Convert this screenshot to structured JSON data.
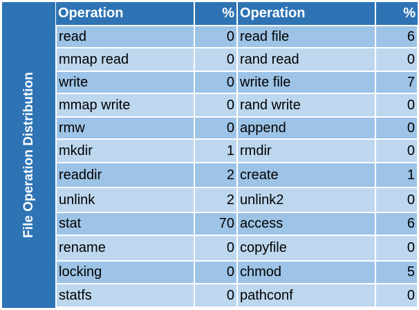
{
  "table": {
    "side_label": "File Operation Distribution",
    "headers": [
      "Operation",
      "%",
      "Operation",
      "%"
    ],
    "rows": [
      {
        "op1": "read",
        "pct1": "0",
        "op2": "read file",
        "pct2": "6",
        "h": 32
      },
      {
        "op1": "mmap read",
        "pct1": "0",
        "op2": "rand read",
        "pct2": "0",
        "h": 34
      },
      {
        "op1": "write",
        "pct1": "0",
        "op2": "write file",
        "pct2": "7",
        "h": 32
      },
      {
        "op1": "mmap write",
        "pct1": "0",
        "op2": "rand write",
        "pct2": "0",
        "h": 34
      },
      {
        "op1": "rmw",
        "pct1": "0",
        "op2": "append",
        "pct2": "0",
        "h": 32
      },
      {
        "op1": "mkdir",
        "pct1": "1",
        "op2": "rmdir",
        "pct2": "0",
        "h": 34
      },
      {
        "op1": "readdir",
        "pct1": "2",
        "op2": "create",
        "pct2": "1",
        "h": 36
      },
      {
        "op1": "unlink",
        "pct1": "2",
        "op2": "unlink2",
        "pct2": "0",
        "h": 36
      },
      {
        "op1": "stat",
        "pct1": "70",
        "op2": "access",
        "pct2": "6",
        "h": 33
      },
      {
        "op1": "rename",
        "pct1": "0",
        "op2": "copyfile",
        "pct2": "0",
        "h": 37
      },
      {
        "op1": "locking",
        "pct1": "0",
        "op2": "chmod",
        "pct2": "5",
        "h": 33
      },
      {
        "op1": "statfs",
        "pct1": "0",
        "op2": "pathconf",
        "pct2": "0",
        "h": 34
      }
    ]
  }
}
